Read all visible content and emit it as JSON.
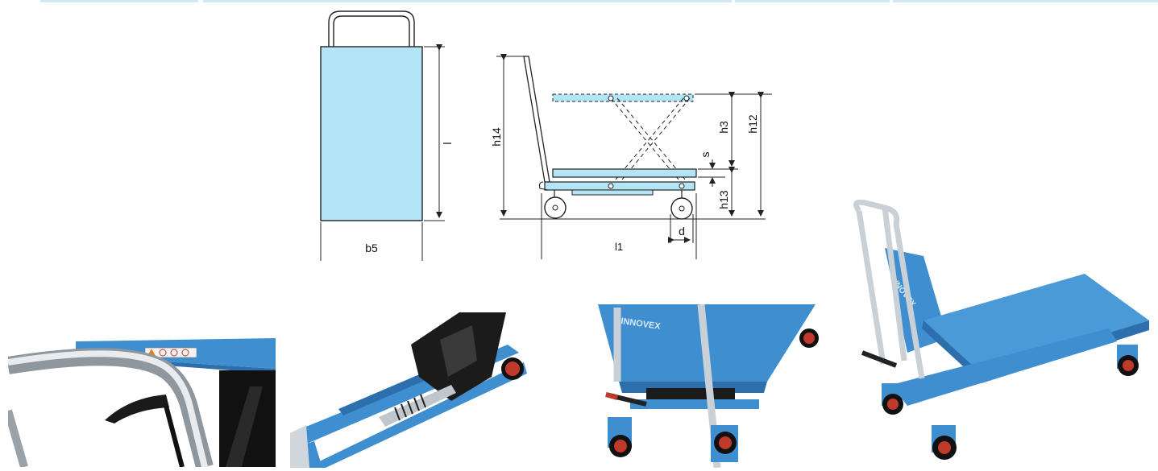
{
  "colors": {
    "platform_fill": "#b3e5f7",
    "line": "#222222",
    "table_blue": "#3f8fd0",
    "table_blue_dark": "#2d6fad",
    "wheel_red": "#c0392b",
    "chrome": "#cfd6dc",
    "topbar": "#cfe9f7"
  },
  "diagram": {
    "top_view": {
      "width_label": "b5",
      "length_label": "l"
    },
    "side_view": {
      "h14_label": "h14",
      "h3_label": "h3",
      "h12_label": "h12",
      "s_label": "s",
      "h13_label": "h13",
      "d_label": "d",
      "l1_label": "l1"
    }
  },
  "photos": {
    "handle_closeup": {
      "sticker_icon": "warning-sticker-icon"
    },
    "pump_closeup": {},
    "front_view": {
      "brand": "INNOVEX"
    },
    "full_view": {
      "brand": "INNOVEX"
    }
  }
}
